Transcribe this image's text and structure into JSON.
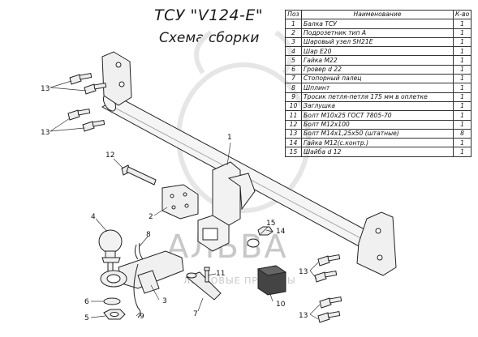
{
  "title": "ТСУ \"V124-E\"",
  "subtitle": "Схема сборки",
  "watermark": {
    "brand": "АЛЬВА",
    "tagline": "ЛЕГКОВЫЕ ПРИЦЕПЫ"
  },
  "parts_table": {
    "headers": [
      "Поз",
      "Наименование",
      "К-во"
    ],
    "rows": [
      {
        "pos": "1",
        "name": "Балка ТСУ",
        "qty": "1"
      },
      {
        "pos": "2",
        "name": "Подрозетник тип А",
        "qty": "1"
      },
      {
        "pos": "3",
        "name": "Шаровый узел SH21E",
        "qty": "1"
      },
      {
        "pos": "4",
        "name": "Шар Е20",
        "qty": "1"
      },
      {
        "pos": "5",
        "name": "Гайка М22",
        "qty": "1"
      },
      {
        "pos": "6",
        "name": "Гровер d 22",
        "qty": "1"
      },
      {
        "pos": "7",
        "name": "Стопорный палец",
        "qty": "1"
      },
      {
        "pos": "8",
        "name": "Шплинт",
        "qty": "1"
      },
      {
        "pos": "9",
        "name": "Тросик петля-петля 175 мм в оплетке",
        "qty": "1"
      },
      {
        "pos": "10",
        "name": "Заглушка",
        "qty": "1"
      },
      {
        "pos": "11",
        "name": "Болт М10х25 ГОСТ 7805-70",
        "qty": "1"
      },
      {
        "pos": "12",
        "name": "Болт М12х100",
        "qty": "1"
      },
      {
        "pos": "13",
        "name": "Болт М14х1,25х50 (штатные)",
        "qty": "8"
      },
      {
        "pos": "14",
        "name": "Гайка М12(с.контр.)",
        "qty": "1"
      },
      {
        "pos": "15",
        "name": "Шайба d 12",
        "qty": "1"
      }
    ]
  },
  "callouts": {
    "c1": "1",
    "c2": "2",
    "c3": "3",
    "c4": "4",
    "c5": "5",
    "c6": "6",
    "c7": "7",
    "c8": "8",
    "c9": "9",
    "c10": "10",
    "c11": "11",
    "c12": "12",
    "c13a": "13",
    "c13b": "13",
    "c13c": "13",
    "c13d": "13",
    "c14": "14",
    "c15": "15"
  }
}
